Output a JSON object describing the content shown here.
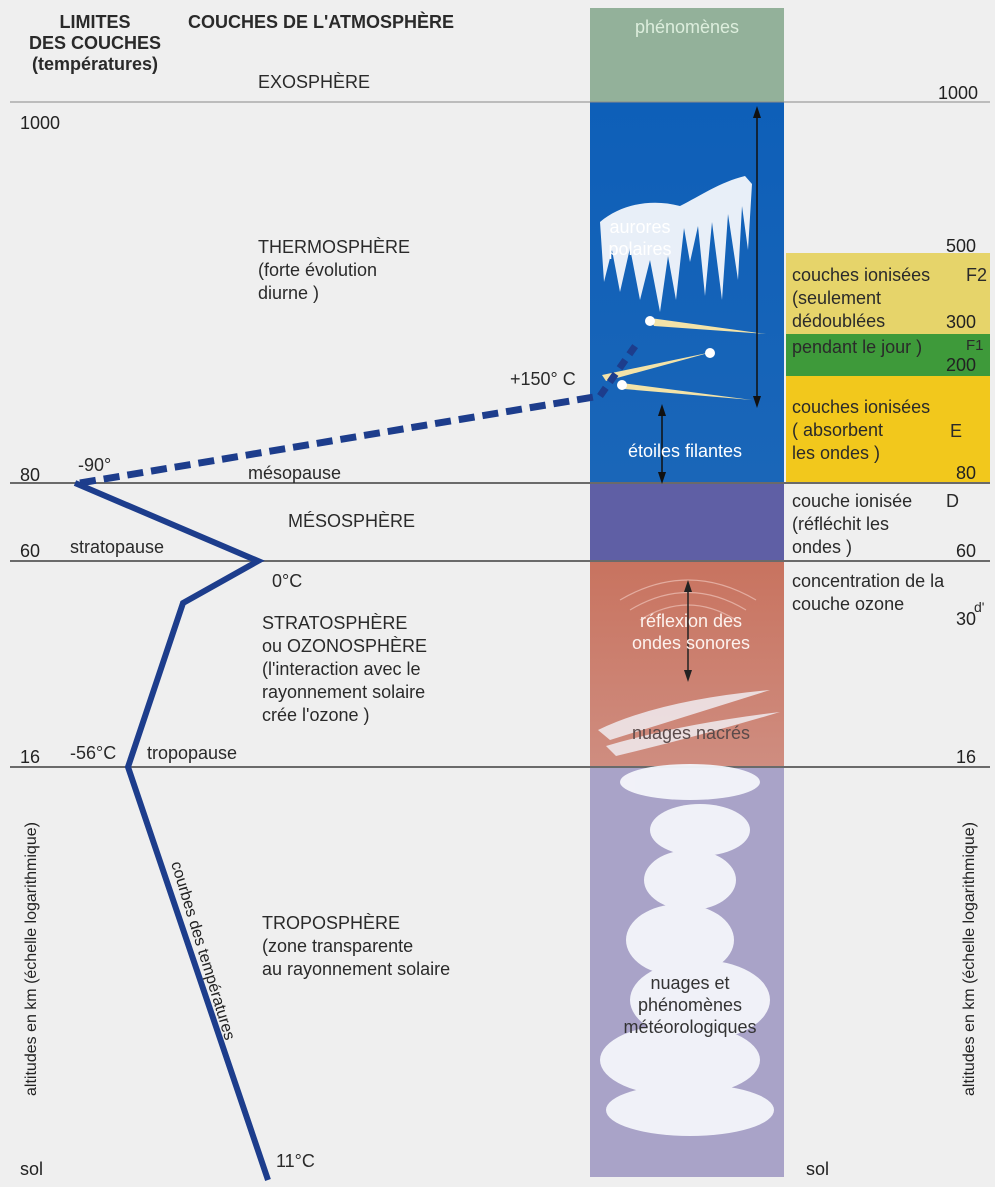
{
  "colors": {
    "background": "#efefef",
    "exosphere_box": "#93b19a",
    "thermosphere_box": "#1561b5",
    "mesosphere_box": "#5f5fa5",
    "stratosphere_box": "#c97868",
    "troposphere_box": "#a9a3c8",
    "layer_f2": "#e6d46a",
    "layer_f1": "#3e9a3a",
    "layer_e": "#f2c81c",
    "curve": "#1d3d8c",
    "boundary_line": "#6a6a6a"
  },
  "headers": {
    "left": "LIMITES\nDES COUCHES\n(températures)",
    "middle": "COUCHES DE L'ATMOSPHÈRE",
    "right": "phénomènes"
  },
  "layers": {
    "exosphere": "EXOSPHÈRE",
    "thermosphere": "THERMOSPHÈRE\n(forte évolution\ndiurne )",
    "mesosphere": "MÉSOSPHÈRE",
    "stratosphere": "STRATOSPHÈRE\nou OZONOSPHÈRE\n(l'interaction avec le\nrayonnement solaire\ncrée l'ozone )",
    "troposphere": "TROPOSPHÈRE\n(zone transparente\nau rayonnement solaire"
  },
  "boundaries": {
    "mesopause": "mésopause",
    "stratopause": "stratopause",
    "tropopause": "tropopause"
  },
  "temperatures": {
    "thermo": "+150° C",
    "mesopause": "-90°",
    "stratopause": "0°C",
    "tropopause": "-56°C",
    "sol": "11°C"
  },
  "left_altitudes": [
    "1000",
    "80",
    "60",
    "16",
    "sol"
  ],
  "right_altitudes": [
    "1000",
    "500",
    "300",
    "200",
    "80",
    "60",
    "30",
    "16",
    "sol"
  ],
  "phenomena": {
    "aurores": "aurores\npolaires",
    "etoiles": "étoiles filantes",
    "reflexion": "réflexion des\nondes sonores",
    "nacres": "nuages nacrés",
    "nuages": "nuages et\nphénomènes\nmétéorologiques"
  },
  "ionised_layers": {
    "f2_text": "couches ionisées\n(seulement\ndédoublées",
    "f2_tag": "F2",
    "f1_text": "pendant le jour )",
    "f1_tag": "F1",
    "e_text": "couches ionisées\n( absorbent\nles ondes )",
    "e_tag": "E",
    "d_text": "couche ionisée\n(réfléchit les\nondes )",
    "d_tag": "D",
    "ozone_text": "concentration de la\ncouche    ozone",
    "ozone_mark": "d'"
  },
  "axis_labels": {
    "left": "altitudes en km (échelle logarithmique)",
    "right": "altitudes en km (échelle logarithmique)",
    "curve": "courbes des températures"
  }
}
